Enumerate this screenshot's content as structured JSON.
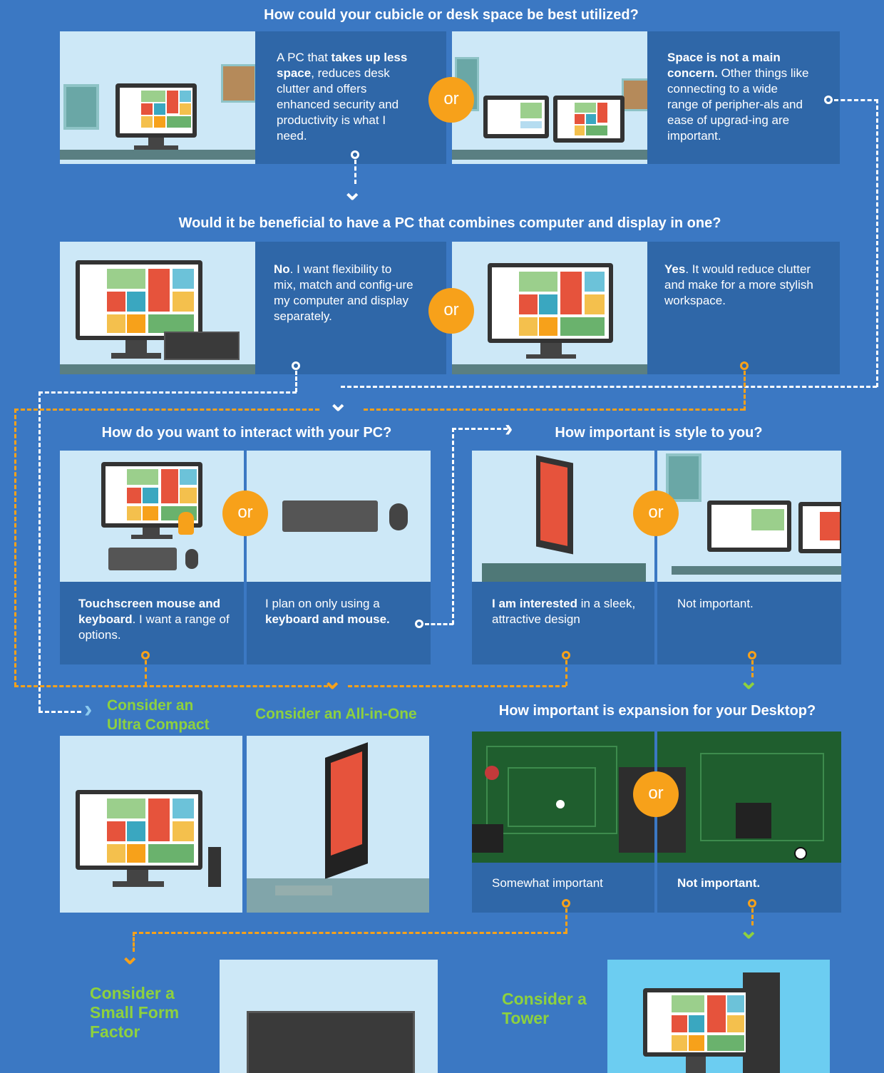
{
  "colors": {
    "background": "#3b78c3",
    "panel": "#2f67a8",
    "or_badge": "#f7a11a",
    "consider_green": "#8ed13e",
    "illustration_bg": "#cde8f7"
  },
  "q1": {
    "title": "How could your cubicle or desk space be best utilized?",
    "left_text_pre": "A PC that ",
    "left_text_bold": "takes up less space",
    "left_text_post": ", reduces desk clutter and offers enhanced security and productivity is what I need.",
    "right_text_bold": "Space is not a main concern.",
    "right_text_post": " Other things like connecting to a wide range of peripher-als and ease of upgrad-ing are important.",
    "or_label": "or"
  },
  "q2": {
    "title": "Would it be beneficial to have a PC that combines computer and display in one?",
    "left_text_bold": "No",
    "left_text_post": ". I want flexibility to mix, match and config-ure my computer and display separately.",
    "right_text_bold": "Yes",
    "right_text_post": ". It would reduce clutter and make for a more stylish workspace.",
    "or_label": "or"
  },
  "q3": {
    "title": "How do you want to interact with your PC?",
    "left_text_bold1": "Touchscreen mouse and keyboard",
    "left_text_post": ". I want a range of options.",
    "right_text_pre": "I plan on only using a ",
    "right_text_bold": "keyboard and mouse.",
    "or_label": "or"
  },
  "q4": {
    "title": "How important is style to you?",
    "left_text_bold": "I am interested",
    "left_text_post": " in a sleek, attractive design",
    "right_text": "Not important.",
    "or_label": "or"
  },
  "q5": {
    "title": "How important is expansion for your Desktop?",
    "left_text": "Somewhat important",
    "right_text_bold": "Not important.",
    "or_label": "or"
  },
  "results": {
    "ultra_compact": "Consider an Ultra Compact",
    "all_in_one": "Consider an All-in-One",
    "small_form_factor": "Consider a Small Form Factor",
    "tower": "Consider a Tower"
  }
}
